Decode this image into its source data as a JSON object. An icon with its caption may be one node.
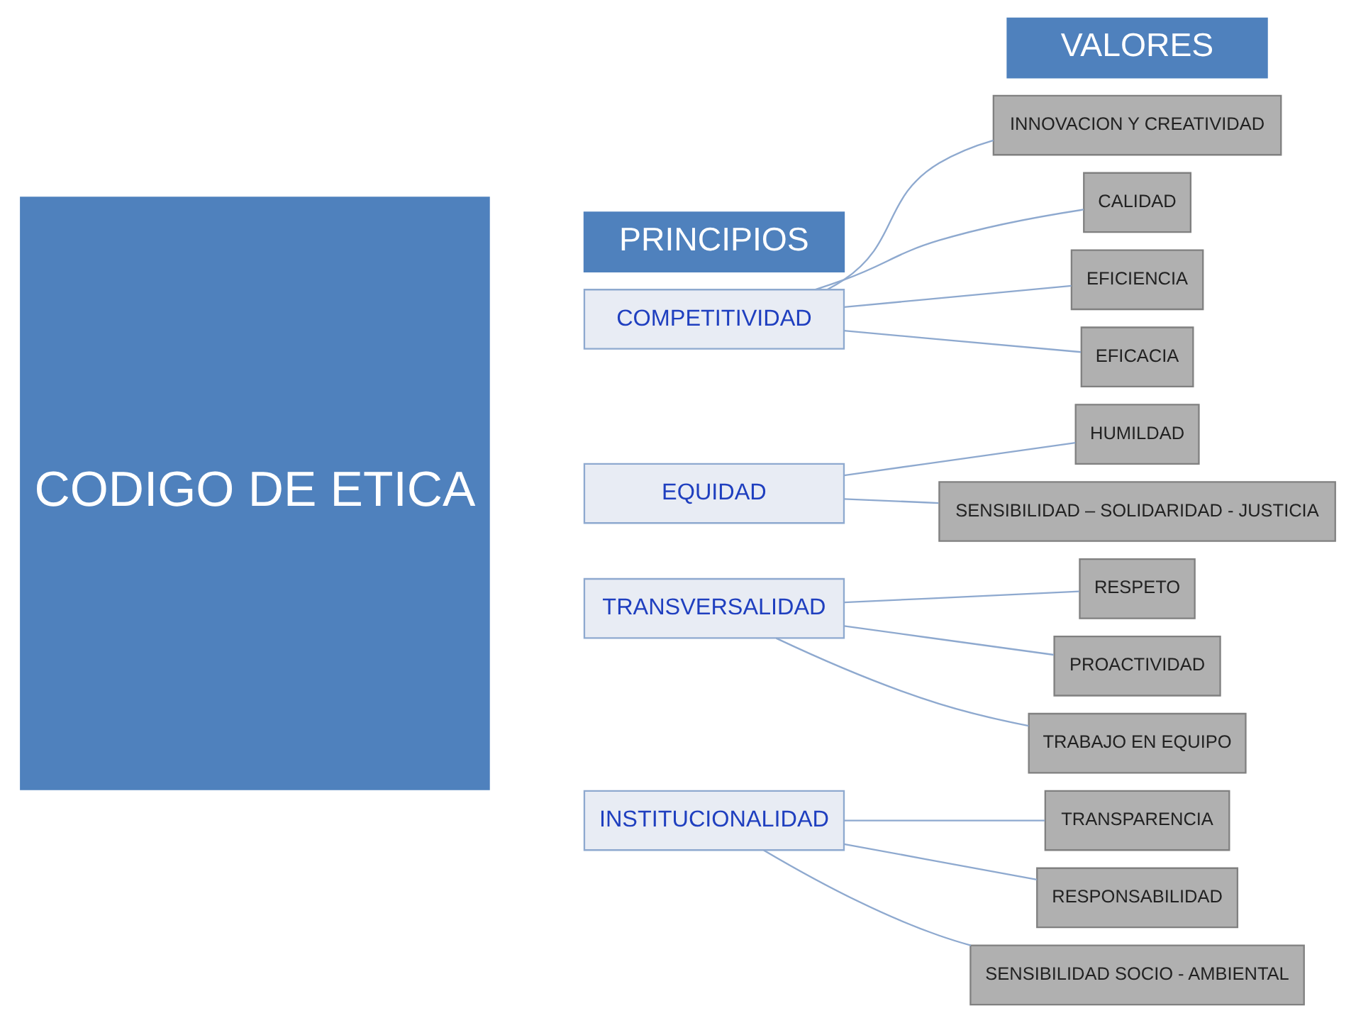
{
  "diagram": {
    "nodes": [
      {
        "text": [
          "CODIGO DE ETICA"
        ]
      },
      {
        "text": [
          "PRINCIPIOS"
        ]
      },
      {
        "text": [
          "VALORES"
        ]
      },
      {
        "text": [
          "COMPETITIVIDAD"
        ]
      },
      {
        "text": [
          "INNOVACION Y CREATIVIDAD"
        ]
      },
      {
        "text": [
          "CALIDAD"
        ]
      },
      {
        "text": [
          "EFICIENCIA"
        ]
      },
      {
        "text": [
          "EFICACIA"
        ]
      },
      {
        "text": [
          "EQUIDAD"
        ]
      },
      {
        "text": [
          "HUMILDAD"
        ]
      },
      {
        "text": [
          "SENSIBILIDAD – SOLIDARIDAD - JUSTICIA"
        ]
      },
      {
        "text": [
          "TRANSVERSALIDAD"
        ]
      },
      {
        "text": [
          "RESPETO"
        ]
      },
      {
        "text": [
          "PROACTIVIDAD"
        ]
      },
      {
        "text": [
          "TRABAJO EN EQUIPO"
        ]
      },
      {
        "text": [
          "INSTITUCIONALIDAD"
        ]
      },
      {
        "text": [
          "TRANSPARENCIA"
        ]
      },
      {
        "text": [
          "RESPONSABILIDAD"
        ]
      },
      {
        "text": [
          "SENSIBILIDAD SOCIO - AMBIENTAL"
        ]
      }
    ],
    "edges": [
      {
        "from": 3,
        "to": 4,
        "arrow": "none"
      },
      {
        "from": 3,
        "to": 5,
        "arrow": "none"
      },
      {
        "from": 3,
        "to": 6,
        "arrow": "none"
      },
      {
        "from": 3,
        "to": 7,
        "arrow": "none"
      },
      {
        "from": 8,
        "to": 9,
        "arrow": "none"
      },
      {
        "from": 8,
        "to": 10,
        "arrow": "none"
      },
      {
        "from": 11,
        "to": 12,
        "arrow": "none"
      },
      {
        "from": 11,
        "to": 13,
        "arrow": "none"
      },
      {
        "from": 11,
        "to": 14,
        "arrow": "none"
      },
      {
        "from": 15,
        "to": 16,
        "arrow": "none"
      },
      {
        "from": 15,
        "to": 17,
        "arrow": "none"
      },
      {
        "from": 15,
        "to": 18,
        "arrow": "none"
      }
    ]
  }
}
